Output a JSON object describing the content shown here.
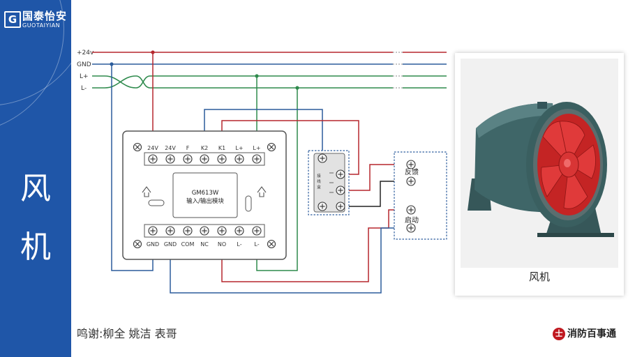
{
  "logo": {
    "mark": "G",
    "cn": "国泰怡安",
    "en": "GUOTAIYIAN"
  },
  "page_title_chars": [
    "风",
    "机"
  ],
  "bus_labels": [
    "+24v",
    "GND",
    "L+",
    "L-"
  ],
  "module": {
    "model": "GM613W",
    "name": "输入/输出模块",
    "top_terminals": [
      "24V",
      "24V",
      "F",
      "K2",
      "K1",
      "L+",
      "L+"
    ],
    "bottom_terminals": [
      "GND",
      "GND",
      "COM",
      "NC",
      "NO",
      "L-",
      "L-"
    ]
  },
  "relay_chars": [
    "接",
    "线",
    "盒"
  ],
  "fan_terminals": {
    "feedback": "反馈",
    "start": "启动"
  },
  "photo": {
    "caption": "风机"
  },
  "credits": "鸣谢:柳全  姚洁  表哥",
  "brand": {
    "mark": "士",
    "name": "消防百事通"
  },
  "colors": {
    "sidebar": "#1f56a8",
    "red_wire": "#b5272d",
    "blue_wire": "#2b5c9c",
    "green_wire": "#2e8a4c",
    "black_wire": "#222222",
    "dotted_box": "#2f5e9e",
    "fan_body": "#3f6668",
    "fan_blades": "#d12a2a"
  },
  "icons": [
    "screw-terminal-icon",
    "up-arrow-icon",
    "fan-photo"
  ]
}
